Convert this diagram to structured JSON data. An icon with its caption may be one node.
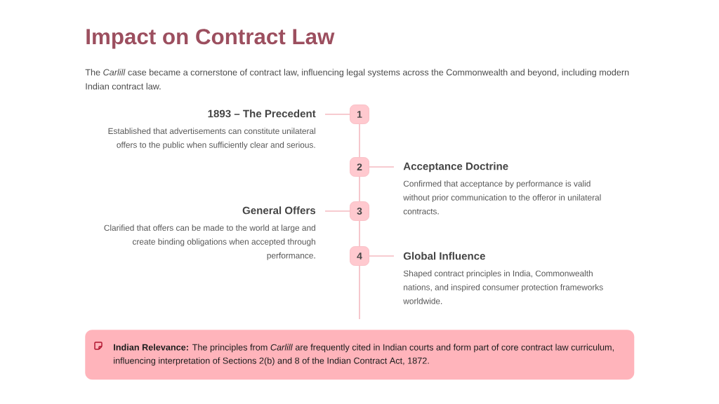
{
  "diagram": {
    "title": "Impact on Contract Law",
    "nodes": [
      {
        "text": [
          "1"
        ]
      },
      {
        "text": [
          "1893 – The Precedent",
          "Established that advertisements can constitute unilateral offers to the public when sufficiently clear and serious."
        ]
      },
      {
        "text": [
          "2"
        ]
      },
      {
        "text": [
          "Acceptance Doctrine",
          "Confirmed that acceptance by performance is valid without prior communication to the offeror in unilateral contracts."
        ]
      },
      {
        "text": [
          "3"
        ]
      },
      {
        "text": [
          "General Offers",
          "Clarified that offers can be made to the world at large and create binding obligations when accepted through performance."
        ]
      },
      {
        "text": [
          "4"
        ]
      },
      {
        "text": [
          "Global Influence",
          "Shaped contract principles in India, Commonwealth nations, and inspired consumer protection frameworks worldwide."
        ]
      },
      {
        "text": [
          "**Indian Relevance:** The principles from *Carlill* are frequently cited in Indian courts and form part of core contract law curriculum, influencing interpretation of Sections 2(b) and 8 of the Indian Contract Act, 1872."
        ]
      }
    ],
    "edges": [
      {
        "from": 0,
        "to": 1,
        "arrow": "none"
      },
      {
        "from": 0,
        "to": 2,
        "arrow": "none"
      },
      {
        "from": 2,
        "to": 3,
        "arrow": "none"
      },
      {
        "from": 2,
        "to": 4,
        "arrow": "none"
      },
      {
        "from": 4,
        "to": 5,
        "arrow": "none"
      },
      {
        "from": 4,
        "to": 6,
        "arrow": "none"
      },
      {
        "from": 6,
        "to": 7,
        "arrow": "none"
      },
      {
        "from": 6,
        "to": null,
        "arrow": "none"
      }
    ],
    "labels": [
      "The *Carlill* case became a cornerstone of contract law, influencing legal systems across the Commonwealth and beyond, including modern Indian contract law."
    ]
  }
}
